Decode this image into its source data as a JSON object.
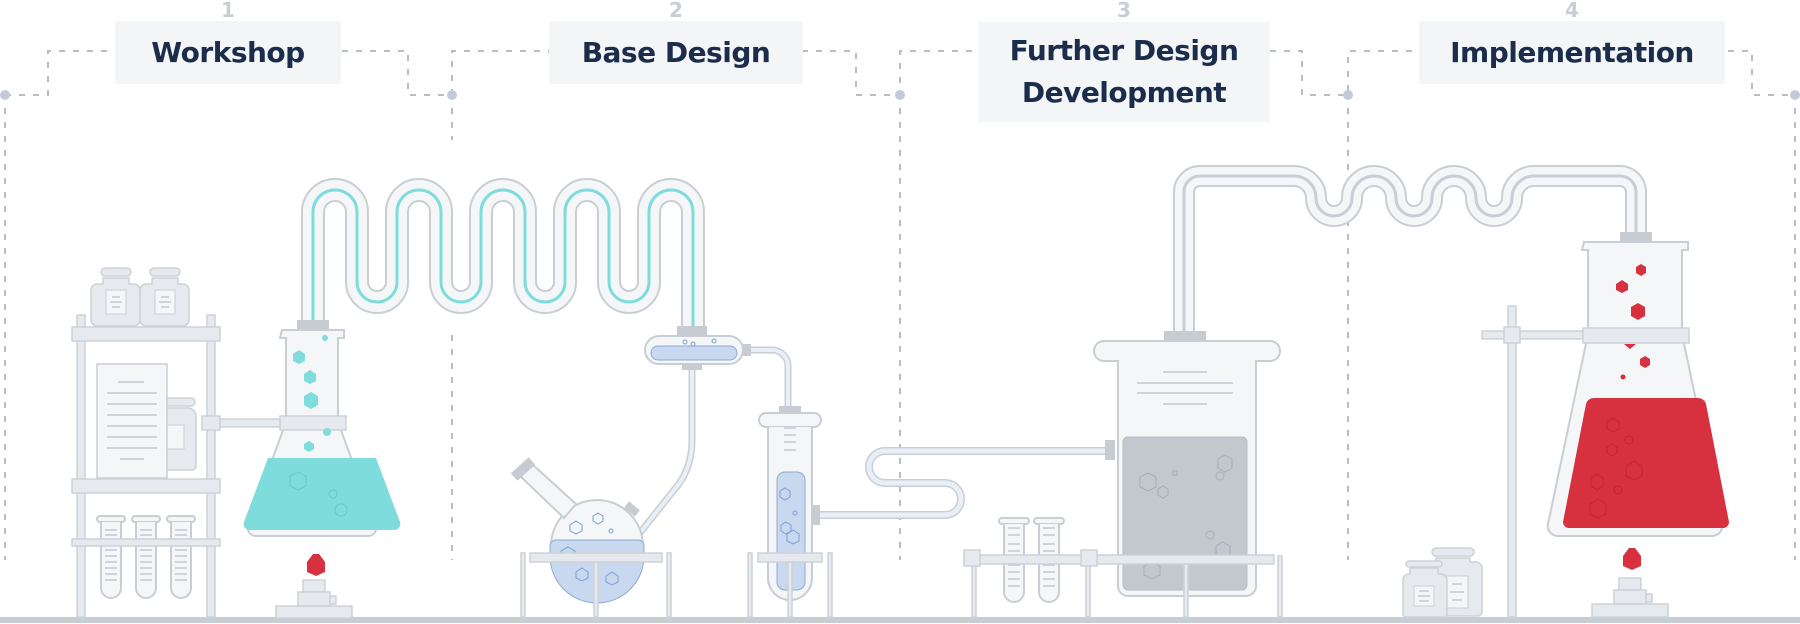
{
  "stages": [
    {
      "number": "1",
      "title": "Workshop"
    },
    {
      "number": "2",
      "title": "Base Design"
    },
    {
      "number": "3",
      "title": "Further Design Development"
    },
    {
      "number": "4",
      "title": "Implementation"
    }
  ],
  "colors": {
    "title_text": "#1c2d4c",
    "title_box": "#f3f5f7",
    "teal_liquid": "#7fdcdc",
    "blue_liquid": "#c7d8ef",
    "grey_liquid": "#c3c8cf",
    "red_liquid": "#d7313f",
    "equipment": "#e3e6ea",
    "outline": "#c4c9d0"
  }
}
